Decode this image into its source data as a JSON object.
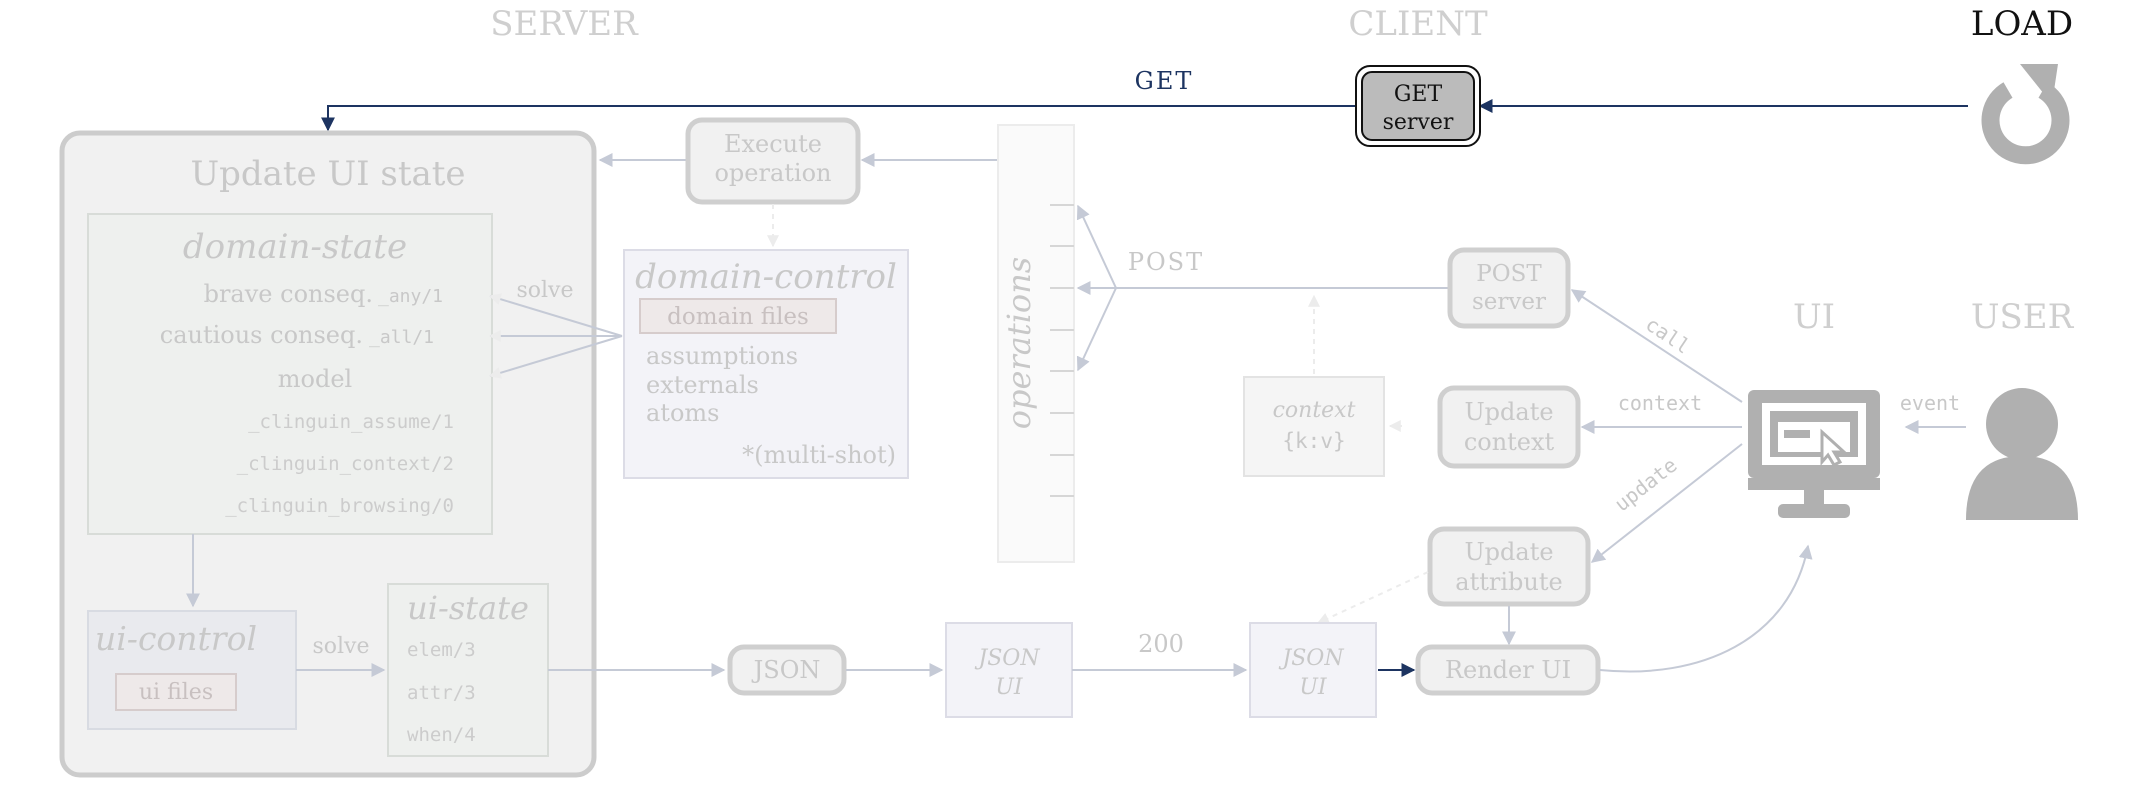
{
  "headers": {
    "server": "SERVER",
    "client": "CLIENT",
    "load": "LOAD",
    "ui": "UI",
    "user": "USER"
  },
  "get_label": "GET",
  "get_server_box": {
    "line1": "GET",
    "line2": "server"
  },
  "update_ui_state": {
    "title": "Update UI state",
    "domain_state": {
      "title": "domain-state",
      "brave": {
        "label": "brave conseq.",
        "pred": "_any/1"
      },
      "cautious": {
        "label": "cautious conseq.",
        "pred": "_all/1"
      },
      "model": "model",
      "atoms": [
        "_clinguin_assume/1",
        "_clinguin_context/2",
        "_clinguin_browsing/0"
      ]
    },
    "solve_label_top": "solve",
    "ui_control": {
      "title": "ui-control",
      "files": "ui files"
    },
    "solve_label_bottom": "solve",
    "ui_state": {
      "title": "ui-state",
      "items": [
        "elem/3",
        "attr/3",
        "when/4"
      ]
    }
  },
  "execute_operation": {
    "line1": "Execute",
    "line2": "operation"
  },
  "domain_control": {
    "title": "domain-control",
    "files": "domain files",
    "items": [
      "assumptions",
      "externals",
      "atoms"
    ],
    "multishot": "*(multi-shot)"
  },
  "operations_label": "operations",
  "post_label": "POST",
  "post_server_box": {
    "line1": "POST",
    "line2": "server"
  },
  "context_box": {
    "title": "context",
    "value": "{k:v}"
  },
  "update_context_box": {
    "line1": "Update",
    "line2": "context"
  },
  "update_attribute_box": {
    "line1": "Update",
    "line2": "attribute"
  },
  "edge_labels": {
    "call": "call",
    "context": "context",
    "update": "update",
    "event": "event",
    "status": "200"
  },
  "json_pill": "JSON",
  "json_ui_left": {
    "line1": "JSON",
    "line2": "UI"
  },
  "json_ui_right": {
    "line1": "JSON",
    "line2": "UI"
  },
  "render_ui": "Render UI",
  "colors": {
    "faded_text": "#c8c8c8",
    "arrow": "#c5cad6",
    "active_arrow": "#1d3461",
    "panel_bg": "#f1f1f1",
    "active_box": "#bbbbbb"
  }
}
